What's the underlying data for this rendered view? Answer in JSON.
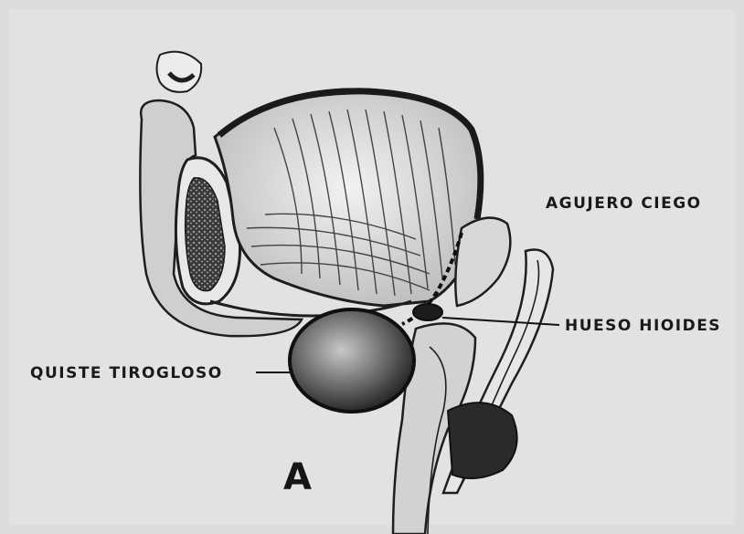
{
  "figure": {
    "panel_letter": "A",
    "labels": {
      "agujero_ciego": "AGUJERO CIEGO",
      "hueso_hioides": "HUESO HIOIDES",
      "quiste_tirogloso": "QUISTE TIROGLOSO"
    }
  }
}
